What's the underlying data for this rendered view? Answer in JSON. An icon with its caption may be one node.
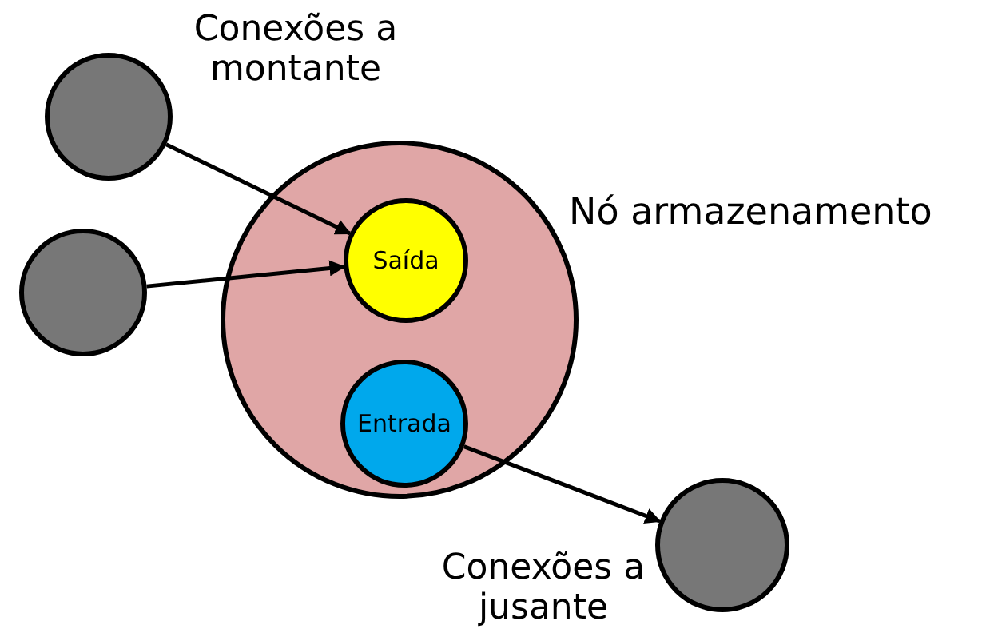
{
  "diagram": {
    "nodes": [
      {
        "text": [],
        "shape": "circle"
      },
      {
        "text": [],
        "shape": "circle"
      },
      {
        "text": [],
        "shape": "circle",
        "beside": [
          "Nó armazenamento"
        ]
      },
      {
        "text": [
          "Saída"
        ],
        "in": 2
      },
      {
        "text": [
          "Entrada"
        ],
        "in": 2
      },
      {
        "text": [],
        "shape": "circle"
      }
    ],
    "edges": [
      {
        "from": 0,
        "to": 3,
        "arrow": "to"
      },
      {
        "from": 1,
        "to": 3,
        "arrow": "to"
      },
      {
        "from": 4,
        "to": 5,
        "arrow": "to"
      }
    ],
    "labels": [
      "Conexões a montante",
      "Conexões a jusante"
    ]
  }
}
